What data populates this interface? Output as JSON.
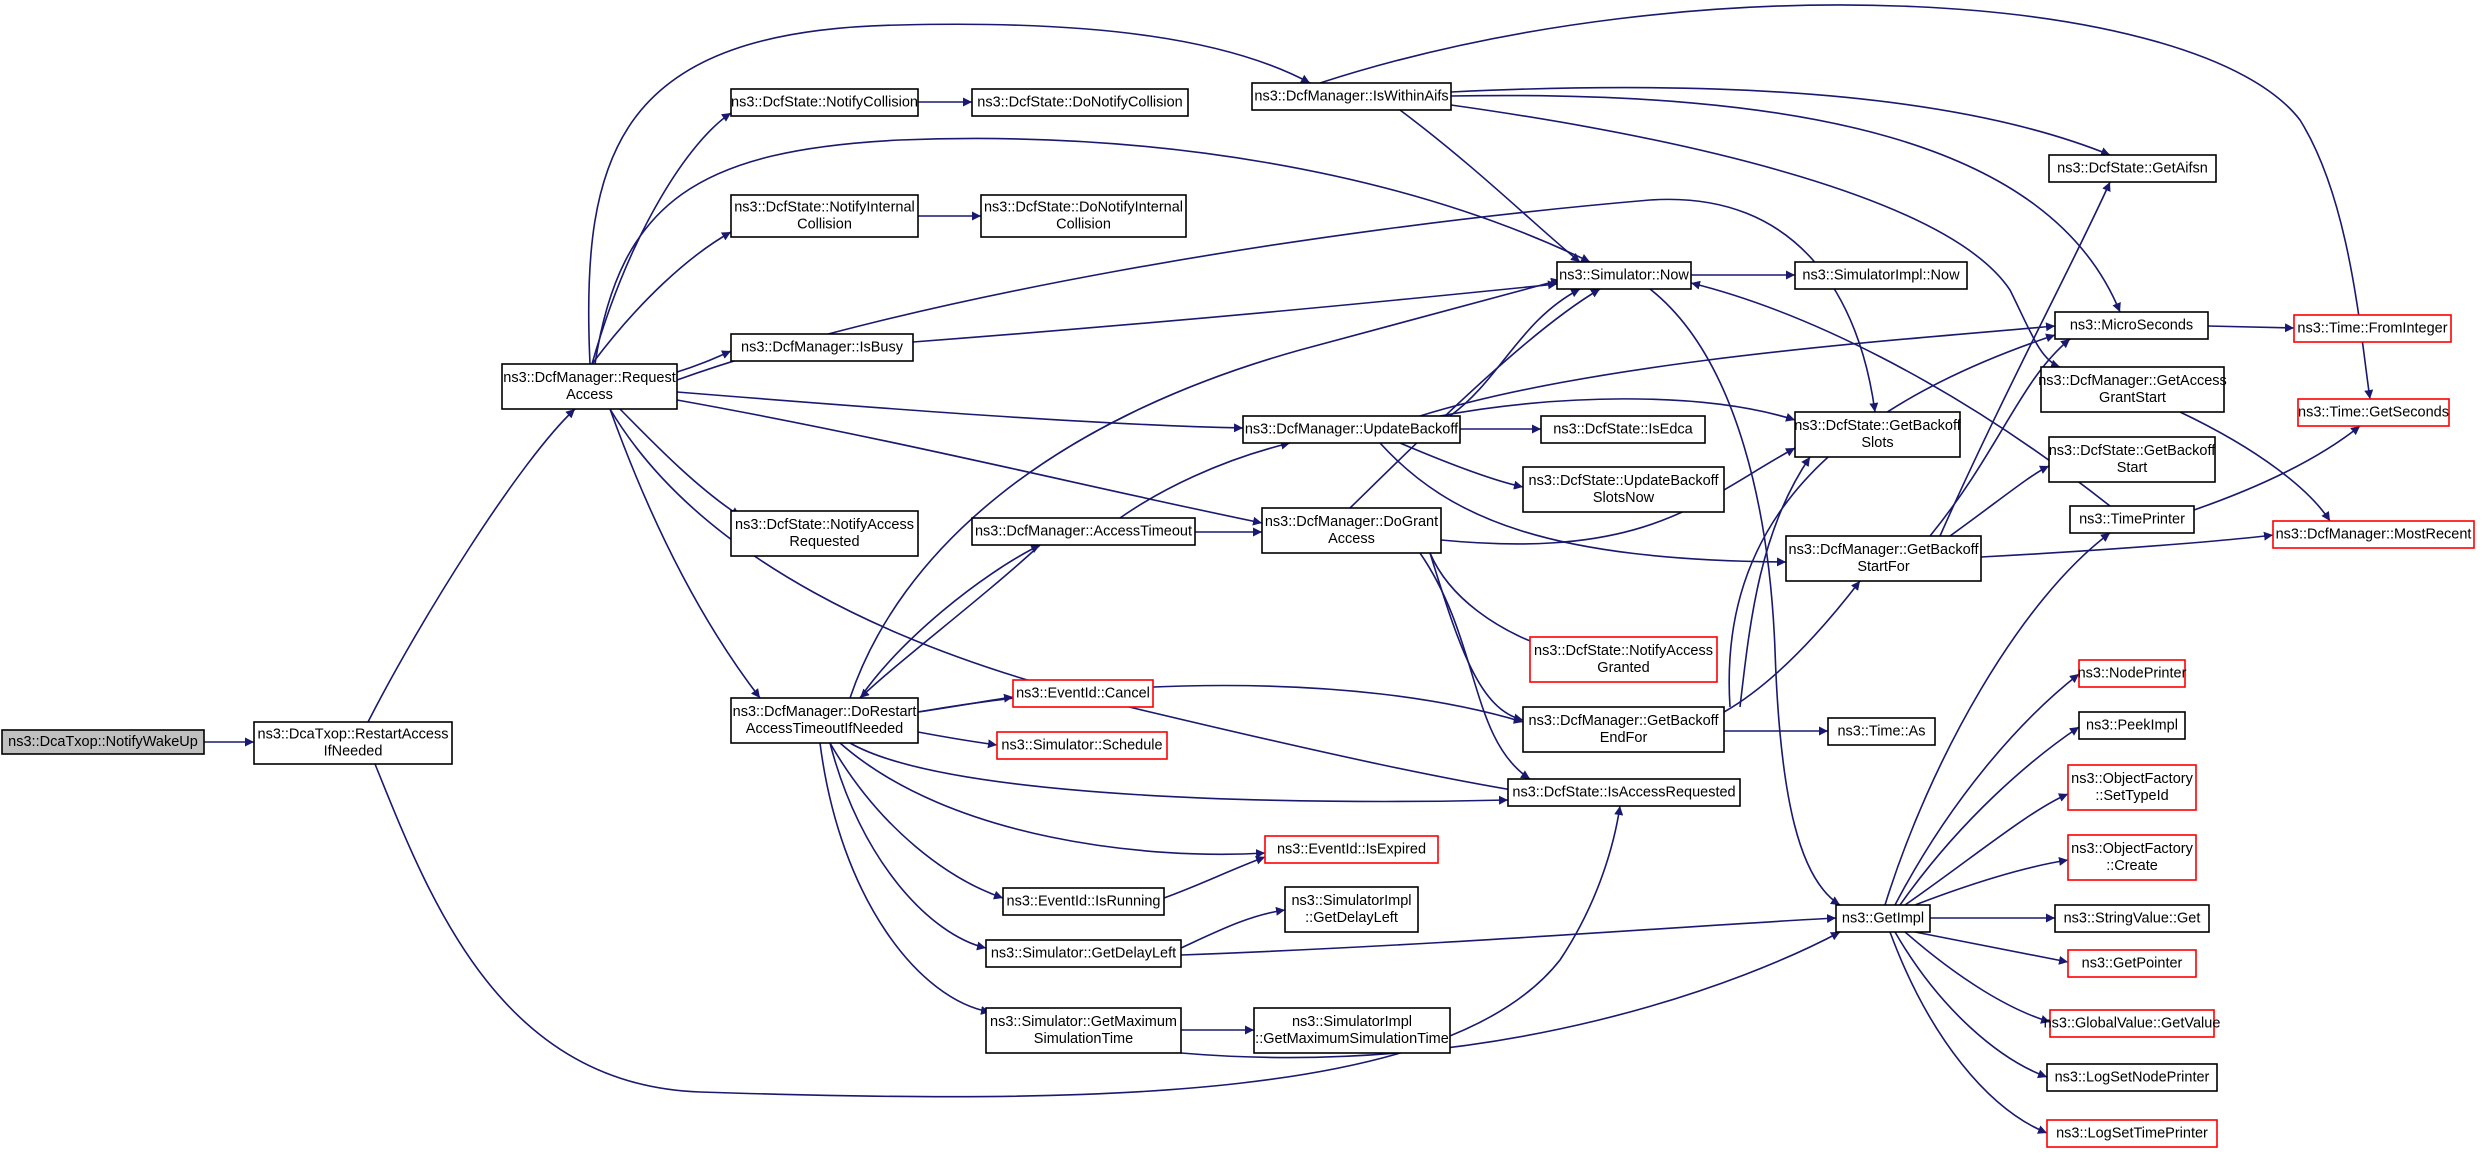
{
  "colors": {
    "edge": "#191970",
    "box_border": "#000000",
    "truncated_border": "#ff0000",
    "root_fill": "#bfbfbf"
  },
  "nodes": [
    {
      "id": "notifywakeup",
      "lines": [
        "ns3::DcaTxop::NotifyWakeUp"
      ],
      "root": true
    },
    {
      "id": "restartaccess",
      "lines": [
        "ns3::DcaTxop::RestartAccess",
        "IfNeeded"
      ]
    },
    {
      "id": "requestaccess",
      "lines": [
        "ns3::DcfManager::Request",
        "Access"
      ]
    },
    {
      "id": "notifycollision",
      "lines": [
        "ns3::DcfState::NotifyCollision"
      ]
    },
    {
      "id": "donotifycollision",
      "lines": [
        "ns3::DcfState::DoNotifyCollision"
      ]
    },
    {
      "id": "notifyinternal",
      "lines": [
        "ns3::DcfState::NotifyInternal",
        "Collision"
      ]
    },
    {
      "id": "donotifyinternal",
      "lines": [
        "ns3::DcfState::DoNotifyInternal",
        "Collision"
      ]
    },
    {
      "id": "isbusy",
      "lines": [
        "ns3::DcfManager::IsBusy"
      ]
    },
    {
      "id": "notifyaccessreq",
      "lines": [
        "ns3::DcfState::NotifyAccess",
        "Requested"
      ]
    },
    {
      "id": "dorestart",
      "lines": [
        "ns3::DcfManager::DoRestart",
        "AccessTimeoutIfNeeded"
      ]
    },
    {
      "id": "iswithinaifs",
      "lines": [
        "ns3::DcfManager::IsWithinAifs"
      ]
    },
    {
      "id": "simnow",
      "lines": [
        "ns3::Simulator::Now"
      ]
    },
    {
      "id": "simimplnow",
      "lines": [
        "ns3::SimulatorImpl::Now"
      ]
    },
    {
      "id": "updatebackoff",
      "lines": [
        "ns3::DcfManager::UpdateBackoff"
      ]
    },
    {
      "id": "isedca",
      "lines": [
        "ns3::DcfState::IsEdca"
      ]
    },
    {
      "id": "updatebackoffslots",
      "lines": [
        "ns3::DcfState::UpdateBackoff",
        "SlotsNow"
      ]
    },
    {
      "id": "accesstimeout",
      "lines": [
        "ns3::DcfManager::AccessTimeout"
      ]
    },
    {
      "id": "dogrant",
      "lines": [
        "ns3::DcfManager::DoGrant",
        "Access"
      ]
    },
    {
      "id": "notifyaccessgranted",
      "lines": [
        "ns3::DcfState::NotifyAccess",
        "Granted"
      ],
      "truncated": true
    },
    {
      "id": "getbackoffendfor",
      "lines": [
        "ns3::DcfManager::GetBackoff",
        "EndFor"
      ]
    },
    {
      "id": "timeas",
      "lines": [
        "ns3::Time::As"
      ]
    },
    {
      "id": "isaccessrequested",
      "lines": [
        "ns3::DcfState::IsAccessRequested"
      ]
    },
    {
      "id": "eventcancel",
      "lines": [
        "ns3::EventId::Cancel"
      ],
      "truncated": true
    },
    {
      "id": "simschedule",
      "lines": [
        "ns3::Simulator::Schedule"
      ],
      "truncated": true
    },
    {
      "id": "isexpired",
      "lines": [
        "ns3::EventId::IsExpired"
      ],
      "truncated": true
    },
    {
      "id": "isrunning",
      "lines": [
        "ns3::EventId::IsRunning"
      ]
    },
    {
      "id": "getdelayleft",
      "lines": [
        "ns3::Simulator::GetDelayLeft"
      ]
    },
    {
      "id": "implgetdelayleft",
      "lines": [
        "ns3::SimulatorImpl",
        "::GetDelayLeft"
      ]
    },
    {
      "id": "getmaxsim",
      "lines": [
        "ns3::Simulator::GetMaximum",
        "SimulationTime"
      ]
    },
    {
      "id": "implgetmaxsim",
      "lines": [
        "ns3::SimulatorImpl",
        "::GetMaximumSimulationTime"
      ]
    },
    {
      "id": "getbackoffslots",
      "lines": [
        "ns3::DcfState::GetBackoff",
        "Slots"
      ]
    },
    {
      "id": "getbackoffstartfor",
      "lines": [
        "ns3::DcfManager::GetBackoff",
        "StartFor"
      ]
    },
    {
      "id": "getimpl",
      "lines": [
        "ns3::GetImpl"
      ]
    },
    {
      "id": "getaifsn",
      "lines": [
        "ns3::DcfState::GetAifsn"
      ]
    },
    {
      "id": "microseconds",
      "lines": [
        "ns3::MicroSeconds"
      ]
    },
    {
      "id": "getaccessgrantstart",
      "lines": [
        "ns3::DcfManager::GetAccess",
        "GrantStart"
      ]
    },
    {
      "id": "getbackoffstart",
      "lines": [
        "ns3::DcfState::GetBackoff",
        "Start"
      ]
    },
    {
      "id": "timeprinter",
      "lines": [
        "ns3::TimePrinter"
      ]
    },
    {
      "id": "nodeprinter",
      "lines": [
        "ns3::NodePrinter"
      ],
      "truncated": true
    },
    {
      "id": "peekimpl",
      "lines": [
        "ns3::PeekImpl"
      ]
    },
    {
      "id": "settypeid",
      "lines": [
        "ns3::ObjectFactory",
        "::SetTypeId"
      ],
      "truncated": true
    },
    {
      "id": "ofcreate",
      "lines": [
        "ns3::ObjectFactory",
        "::Create"
      ],
      "truncated": true
    },
    {
      "id": "stringvalueget",
      "lines": [
        "ns3::StringValue::Get"
      ]
    },
    {
      "id": "getpointer",
      "lines": [
        "ns3::GetPointer"
      ],
      "truncated": true
    },
    {
      "id": "globalvalueget",
      "lines": [
        "ns3::GlobalValue::GetValue"
      ],
      "truncated": true
    },
    {
      "id": "logsetnodeprinter",
      "lines": [
        "ns3::LogSetNodePrinter"
      ]
    },
    {
      "id": "logsettimeprinter",
      "lines": [
        "ns3::LogSetTimePrinter"
      ],
      "truncated": true
    },
    {
      "id": "fromInteger",
      "lines": [
        "ns3::Time::FromInteger"
      ],
      "truncated": true
    },
    {
      "id": "getseconds",
      "lines": [
        "ns3::Time::GetSeconds"
      ],
      "truncated": true
    },
    {
      "id": "mostrecent",
      "lines": [
        "ns3::DcfManager::MostRecent"
      ],
      "truncated": true
    }
  ],
  "edges": [
    [
      "notifywakeup",
      "restartaccess"
    ],
    [
      "restartaccess",
      "requestaccess"
    ],
    [
      "restartaccess",
      "isaccessrequested"
    ],
    [
      "requestaccess",
      "notifycollision"
    ],
    [
      "requestaccess",
      "notifyinternal"
    ],
    [
      "requestaccess",
      "isbusy"
    ],
    [
      "requestaccess",
      "notifyaccessreq"
    ],
    [
      "requestaccess",
      "dorestart"
    ],
    [
      "requestaccess",
      "iswithinaifs"
    ],
    [
      "requestaccess",
      "simnow"
    ],
    [
      "requestaccess",
      "updatebackoff"
    ],
    [
      "requestaccess",
      "dogrant"
    ],
    [
      "requestaccess",
      "isaccessrequested"
    ],
    [
      "requestaccess",
      "getbackoffslots"
    ],
    [
      "notifycollision",
      "donotifycollision"
    ],
    [
      "notifyinternal",
      "donotifyinternal"
    ],
    [
      "isbusy",
      "simnow"
    ],
    [
      "iswithinaifs",
      "simnow"
    ],
    [
      "iswithinaifs",
      "getaifsn"
    ],
    [
      "iswithinaifs",
      "microseconds"
    ],
    [
      "iswithinaifs",
      "getaccessgrantstart"
    ],
    [
      "iswithinaifs",
      "getseconds"
    ],
    [
      "simnow",
      "simimplnow"
    ],
    [
      "simnow",
      "getimpl"
    ],
    [
      "updatebackoff",
      "simnow"
    ],
    [
      "updatebackoff",
      "isedca"
    ],
    [
      "updatebackoff",
      "updatebackoffslots"
    ],
    [
      "updatebackoff",
      "getbackoffslots"
    ],
    [
      "updatebackoff",
      "microseconds"
    ],
    [
      "updatebackoff",
      "getbackoffstartfor"
    ],
    [
      "accesstimeout",
      "updatebackoff"
    ],
    [
      "accesstimeout",
      "dogrant"
    ],
    [
      "accesstimeout",
      "dorestart"
    ],
    [
      "dogrant",
      "simnow"
    ],
    [
      "dogrant",
      "getbackoffslots"
    ],
    [
      "dogrant",
      "notifyaccessgranted"
    ],
    [
      "dogrant",
      "getbackoffendfor"
    ],
    [
      "dogrant",
      "isaccessrequested"
    ],
    [
      "dorestart",
      "accesstimeout"
    ],
    [
      "dorestart",
      "simnow"
    ],
    [
      "dorestart",
      "getbackoffendfor"
    ],
    [
      "dorestart",
      "eventcancel"
    ],
    [
      "dorestart",
      "simschedule"
    ],
    [
      "dorestart",
      "isaccessrequested"
    ],
    [
      "dorestart",
      "isexpired"
    ],
    [
      "dorestart",
      "isrunning"
    ],
    [
      "dorestart",
      "getdelayleft"
    ],
    [
      "dorestart",
      "getmaxsim"
    ],
    [
      "isrunning",
      "isexpired"
    ],
    [
      "getdelayleft",
      "implgetdelayleft"
    ],
    [
      "getdelayleft",
      "getimpl"
    ],
    [
      "getmaxsim",
      "implgetmaxsim"
    ],
    [
      "getmaxsim",
      "getimpl"
    ],
    [
      "getbackoffendfor",
      "timeas"
    ],
    [
      "getbackoffendfor",
      "getbackoffslots"
    ],
    [
      "getbackoffendfor",
      "getbackoffstartfor"
    ],
    [
      "getbackoffendfor",
      "microseconds"
    ],
    [
      "getbackoffstartfor",
      "getbackoffstart"
    ],
    [
      "getbackoffstartfor",
      "getaifsn"
    ],
    [
      "getbackoffstartfor",
      "microseconds"
    ],
    [
      "getbackoffstartfor",
      "mostrecent"
    ],
    [
      "getaccessgrantstart",
      "mostrecent"
    ],
    [
      "microseconds",
      "fromInteger"
    ],
    [
      "timeprinter",
      "simnow"
    ],
    [
      "timeprinter",
      "getseconds"
    ],
    [
      "getimpl",
      "timeprinter"
    ],
    [
      "getimpl",
      "nodeprinter"
    ],
    [
      "getimpl",
      "peekimpl"
    ],
    [
      "getimpl",
      "settypeid"
    ],
    [
      "getimpl",
      "ofcreate"
    ],
    [
      "getimpl",
      "stringvalueget"
    ],
    [
      "getimpl",
      "getpointer"
    ],
    [
      "getimpl",
      "globalvalueget"
    ],
    [
      "getimpl",
      "logsetnodeprinter"
    ],
    [
      "getimpl",
      "logsettimeprinter"
    ]
  ]
}
